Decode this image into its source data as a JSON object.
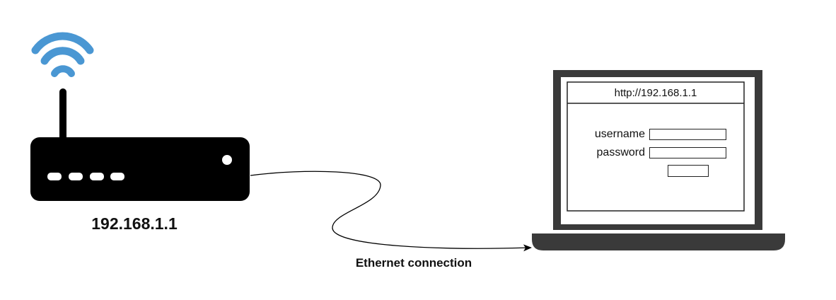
{
  "router": {
    "label": "192.168.1.1",
    "icon": "wifi-router-icon",
    "wifi_color": "#4a97d3",
    "body_color": "#000000"
  },
  "cable": {
    "label": "Ethernet connection"
  },
  "laptop": {
    "icon": "laptop-icon",
    "frame_color": "#3a3a3a",
    "browser": {
      "url": "http://192.168.1.1",
      "username_label": "username",
      "password_label": "password",
      "username_value": "",
      "password_value": "",
      "submit_label": ""
    }
  }
}
